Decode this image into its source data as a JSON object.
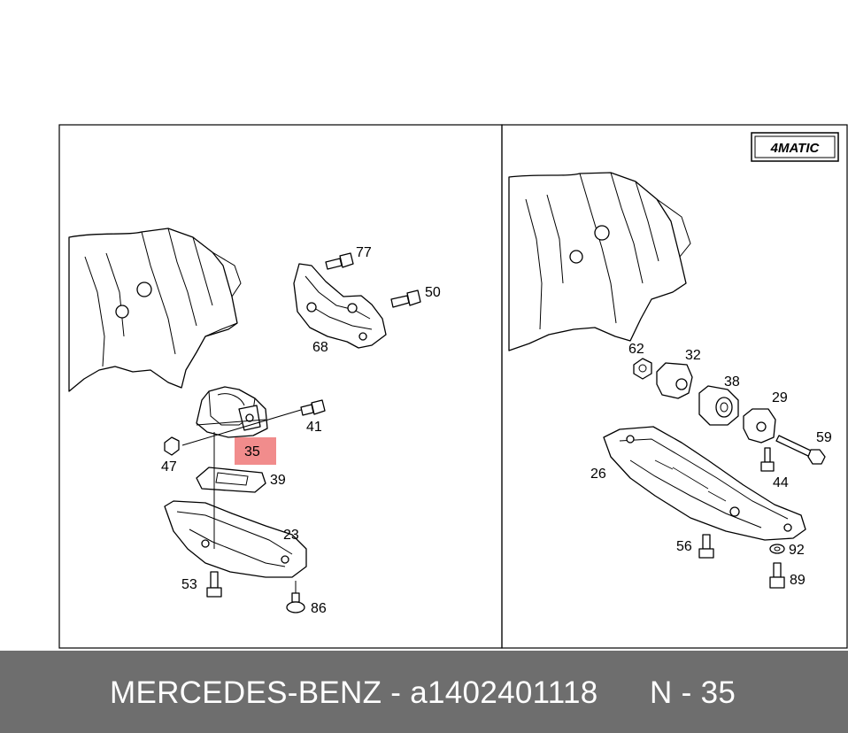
{
  "footer": {
    "brand_part": "MERCEDES-BENZ - a1402401118",
    "position": "N - 35"
  },
  "badge": {
    "text": "4MATIC"
  },
  "highlight": {
    "label": "35",
    "color": "#f08080"
  },
  "left_panel": {
    "callouts": [
      "77",
      "50",
      "68",
      "41",
      "47",
      "35",
      "39",
      "23",
      "53",
      "86"
    ]
  },
  "right_panel": {
    "callouts": [
      "62",
      "32",
      "38",
      "29",
      "59",
      "26",
      "44",
      "56",
      "92",
      "89"
    ]
  }
}
